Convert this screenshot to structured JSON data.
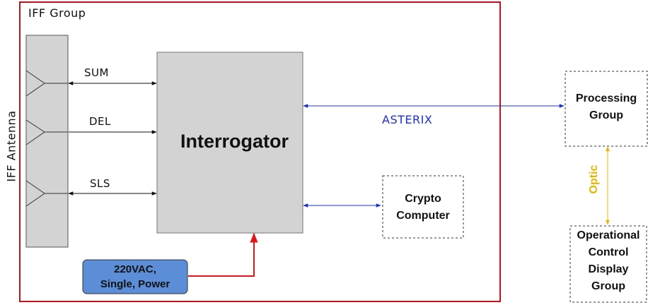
{
  "iff_group": {
    "label": "IFF  Group"
  },
  "antenna": {
    "label": "IFF  Antenna"
  },
  "signals": {
    "sum": "SUM",
    "del": "DEL",
    "sls": "SLS"
  },
  "interrogator": {
    "label": "Interrogator"
  },
  "asterix": {
    "label": "ASTERIX"
  },
  "crypto": {
    "line1": "Crypto",
    "line2": "Computer"
  },
  "processing": {
    "line1": "Processing",
    "line2": "Group"
  },
  "optic": {
    "label": "Optic"
  },
  "ocdg": {
    "line1": "Operational",
    "line2": "Control",
    "line3": "Display",
    "line4": "Group"
  },
  "power": {
    "line1": "220VAC,",
    "line2": "Single,  Power"
  },
  "colors": {
    "group_border": "#c0141c",
    "asterix": "#1e2fd0",
    "optic": "#e8b400",
    "power_fill": "#5b8ed6",
    "power_line": "#e0141c",
    "block_fill": "#d3d3d3"
  }
}
